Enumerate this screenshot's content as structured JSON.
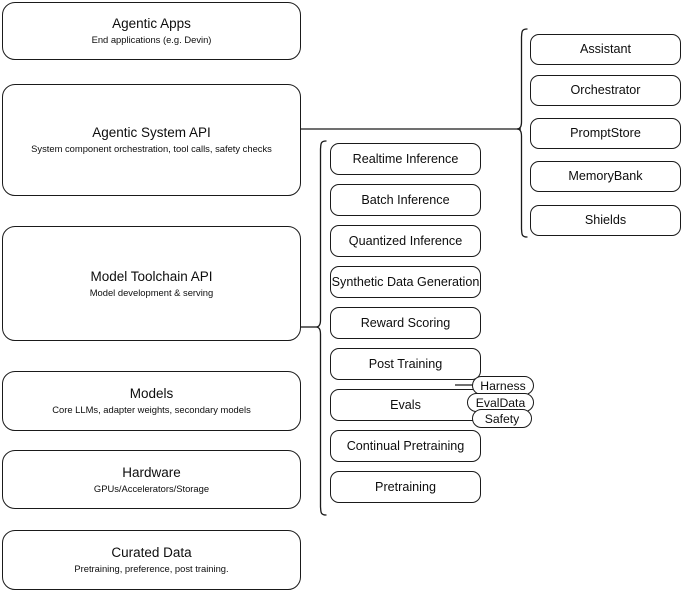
{
  "diagram": {
    "type": "layered-stack-architecture",
    "background_color": "#ffffff",
    "stroke_color": "#1a1a1a",
    "layers": [
      {
        "title": "Agentic Apps",
        "subtitle": "End applications (e.g. Devin)"
      },
      {
        "title": "Agentic System API",
        "subtitle": "System component orchestration, tool calls, safety checks"
      },
      {
        "title": "Model Toolchain API",
        "subtitle": "Model development & serving"
      },
      {
        "title": "Models",
        "subtitle": "Core LLMs, adapter weights, secondary models"
      },
      {
        "title": "Hardware",
        "subtitle": "GPUs/Accelerators/Storage"
      },
      {
        "title": "Curated Data",
        "subtitle": "Pretraining, preference, post training."
      }
    ],
    "toolchain_items": [
      {
        "label": "Realtime Inference"
      },
      {
        "label": "Batch Inference"
      },
      {
        "label": "Quantized Inference"
      },
      {
        "label": "Synthetic Data Generation"
      },
      {
        "label": "Reward Scoring"
      },
      {
        "label": "Post Training"
      },
      {
        "label": "Evals"
      },
      {
        "label": "Continual Pretraining"
      },
      {
        "label": "Pretraining"
      }
    ],
    "eval_pills": [
      {
        "label": "Harness"
      },
      {
        "label": "EvalData"
      },
      {
        "label": "Safety"
      }
    ],
    "agentic_system_items": [
      {
        "label": "Assistant"
      },
      {
        "label": "Orchestrator"
      },
      {
        "label": "PromptStore"
      },
      {
        "label": "MemoryBank"
      },
      {
        "label": "Shields"
      }
    ]
  }
}
